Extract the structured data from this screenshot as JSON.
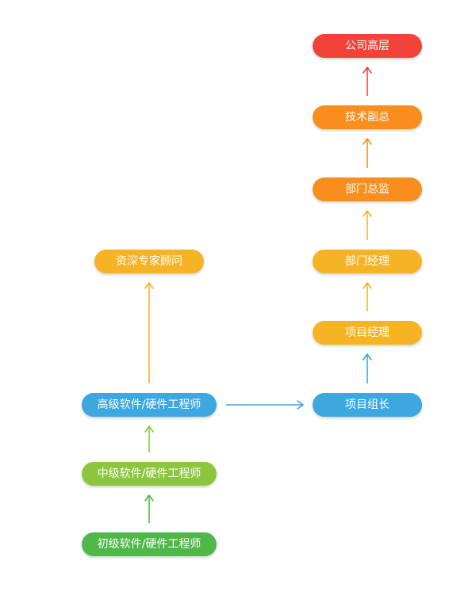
{
  "colors": {
    "red": "#f2433a",
    "orange": "#f78e1e",
    "yellow": "#f5b325",
    "blue": "#3da7e0",
    "green_light": "#8cc63f",
    "green": "#50b848"
  },
  "nodes": {
    "ceo": {
      "label": "公司高层",
      "color": "#f2433a"
    },
    "vp": {
      "label": "技术副总",
      "color": "#f78e1e"
    },
    "director": {
      "label": "部门总监",
      "color": "#f78e1e"
    },
    "dept_mgr": {
      "label": "部门经理",
      "color": "#f5b325"
    },
    "proj_mgr": {
      "label": "项目经理",
      "color": "#f5b325"
    },
    "lead": {
      "label": "项目组长",
      "color": "#3da7e0"
    },
    "expert": {
      "label": "资深专家顾问",
      "color": "#f5b325"
    },
    "senior": {
      "label": "高级软件/硬件工程师",
      "color": "#3da7e0"
    },
    "mid": {
      "label": "中级软件/硬件工程师",
      "color": "#8cc63f"
    },
    "junior": {
      "label": "初级软件/硬件工程师",
      "color": "#50b848"
    }
  },
  "edges": [
    {
      "from": "junior",
      "to": "mid",
      "color": "#50b848"
    },
    {
      "from": "mid",
      "to": "senior",
      "color": "#8cc63f"
    },
    {
      "from": "senior",
      "to": "expert",
      "color": "#f5b325"
    },
    {
      "from": "senior",
      "to": "lead",
      "color": "#3da7e0"
    },
    {
      "from": "lead",
      "to": "proj_mgr",
      "color": "#3da7e0"
    },
    {
      "from": "proj_mgr",
      "to": "dept_mgr",
      "color": "#f5b325"
    },
    {
      "from": "dept_mgr",
      "to": "director",
      "color": "#f5b325"
    },
    {
      "from": "director",
      "to": "vp",
      "color": "#f78e1e"
    },
    {
      "from": "vp",
      "to": "ceo",
      "color": "#f2433a"
    }
  ]
}
